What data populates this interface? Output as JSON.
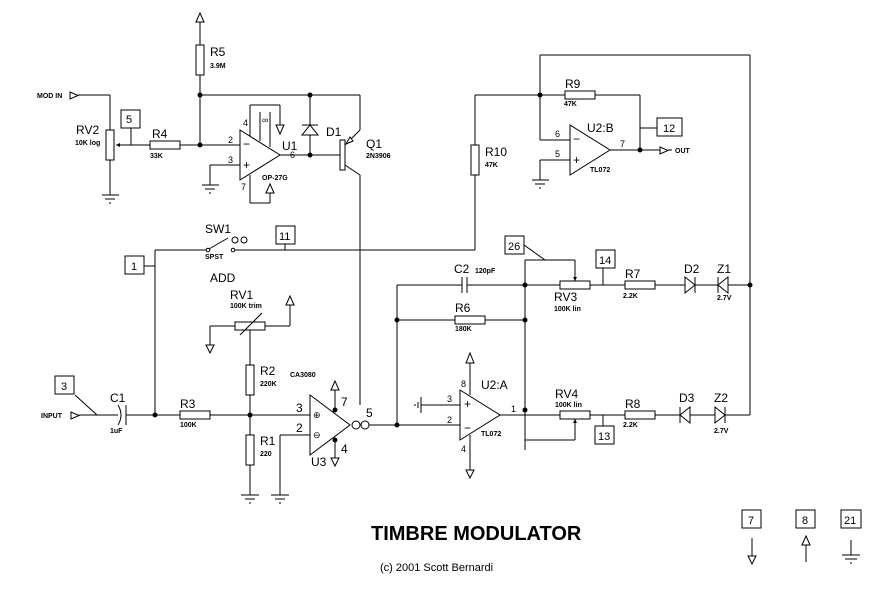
{
  "title": "TIMBRE MODULATOR",
  "copyright": "(c) 2001 Scott Bernardi",
  "ports": {
    "mod_in": "MOD IN",
    "input": "INPUT",
    "out": "OUT"
  },
  "annotations": {
    "add": "ADD"
  },
  "components": {
    "R1": {
      "ref": "R1",
      "value": "220"
    },
    "R2": {
      "ref": "R2",
      "value": "220K"
    },
    "R3": {
      "ref": "R3",
      "value": "100K"
    },
    "R4": {
      "ref": "R4",
      "value": "33K"
    },
    "R5": {
      "ref": "R5",
      "value": "3.9M"
    },
    "R6": {
      "ref": "R6",
      "value": "180K"
    },
    "R7": {
      "ref": "R7",
      "value": "2.2K"
    },
    "R8": {
      "ref": "R8",
      "value": "2.2K"
    },
    "R9": {
      "ref": "R9",
      "value": "47K"
    },
    "R10": {
      "ref": "R10",
      "value": "47K"
    },
    "RV1": {
      "ref": "RV1",
      "value": "100K trim"
    },
    "RV2": {
      "ref": "RV2",
      "value": "10K log"
    },
    "RV3": {
      "ref": "RV3",
      "value": "100K lin"
    },
    "RV4": {
      "ref": "RV4",
      "value": "100K lin"
    },
    "C1": {
      "ref": "C1",
      "value": "1uF"
    },
    "C2": {
      "ref": "C2",
      "value": "120pF"
    },
    "D1": {
      "ref": "D1"
    },
    "D2": {
      "ref": "D2"
    },
    "D3": {
      "ref": "D3"
    },
    "Z1": {
      "ref": "Z1",
      "value": "2.7V"
    },
    "Z2": {
      "ref": "Z2",
      "value": "2.7V"
    },
    "Q1": {
      "ref": "Q1",
      "value": "2N3906"
    },
    "SW1": {
      "ref": "SW1",
      "value": "SPST"
    },
    "U1": {
      "ref": "U1",
      "value": "OP-27G",
      "pins": {
        "p2": "2",
        "p3": "3",
        "p4": "4",
        "p6": "6",
        "p7": "7"
      }
    },
    "U2A": {
      "ref": "U2:A",
      "value": "TL072",
      "pins": {
        "p1": "1",
        "p2": "2",
        "p3": "3",
        "p4": "4",
        "p8": "8"
      }
    },
    "U2B": {
      "ref": "U2:B",
      "value": "TL072",
      "pins": {
        "p5": "5",
        "p6": "6",
        "p7": "7"
      }
    },
    "U3": {
      "ref": "U3",
      "value": "CA3080",
      "pins": {
        "p2": "2",
        "p3": "3",
        "p4": "4",
        "p5": "5",
        "p7": "7"
      }
    }
  },
  "nodes": [
    "5",
    "12",
    "1",
    "11",
    "26",
    "14",
    "3",
    "13",
    "7",
    "8",
    "21"
  ]
}
